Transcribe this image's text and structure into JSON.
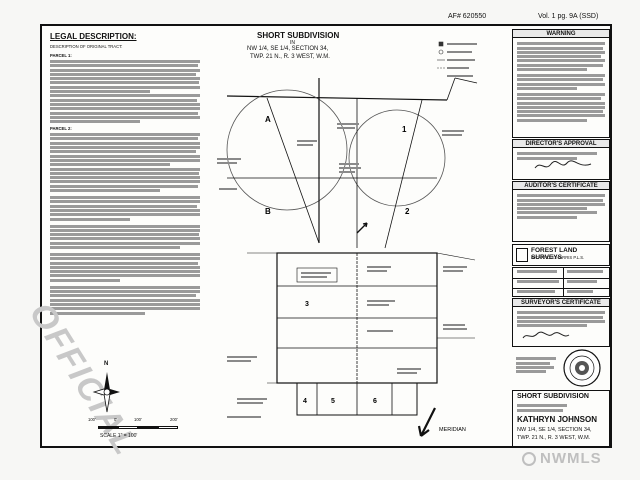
{
  "top_stamp": {
    "af_number": "AF# 620550",
    "vol_ref": "Vol. 1 pg. 9A (SSD)"
  },
  "legal": {
    "title": "LEGAL DESCRIPTION:",
    "subtitle": "DESCRIPTION OF ORIGINAL TRACT:",
    "parcel_1": "PARCEL 1:",
    "parcel_2": "PARCEL 2:"
  },
  "watermark": "OFFICIAL",
  "subdivision": {
    "title": "SHORT SUBDIVISION",
    "in": "IN",
    "loc1": "NW 1/4, SE 1/4, SECTION 34,",
    "loc2": "TWP. 21 N., R. 3 WEST, W.M."
  },
  "warning": {
    "title": "WARNING"
  },
  "directors_approval": {
    "title": "DIRECTOR'S APPROVAL"
  },
  "auditors_certificate": {
    "title": "AUDITOR'S CERTIFICATE"
  },
  "surveyors_certificate": {
    "title": "SURVEYOR'S CERTIFICATE"
  },
  "firm": {
    "name": "FOREST LAND SURVEYS",
    "person": "RICHARD S. HARRIS P.L.S."
  },
  "title_block": {
    "title": "SHORT SUBDIVISION",
    "owner": "KATHRYN JOHNSON",
    "loc1": "NW 1/4, SE 1/4, SECTION 34,",
    "loc2": "TWP. 21 N., R. 3 WEST, W.M."
  },
  "map": {
    "scale_label": "SCALE  1\" = 100'",
    "scale_ticks": [
      "100'",
      "0'",
      "100'",
      "200'"
    ],
    "lots": [
      "A",
      "B",
      "1",
      "2",
      "3",
      "4",
      "5",
      "6"
    ],
    "meridian": "MERIDIAN",
    "north": "N"
  },
  "nwmls": "NWMLS"
}
